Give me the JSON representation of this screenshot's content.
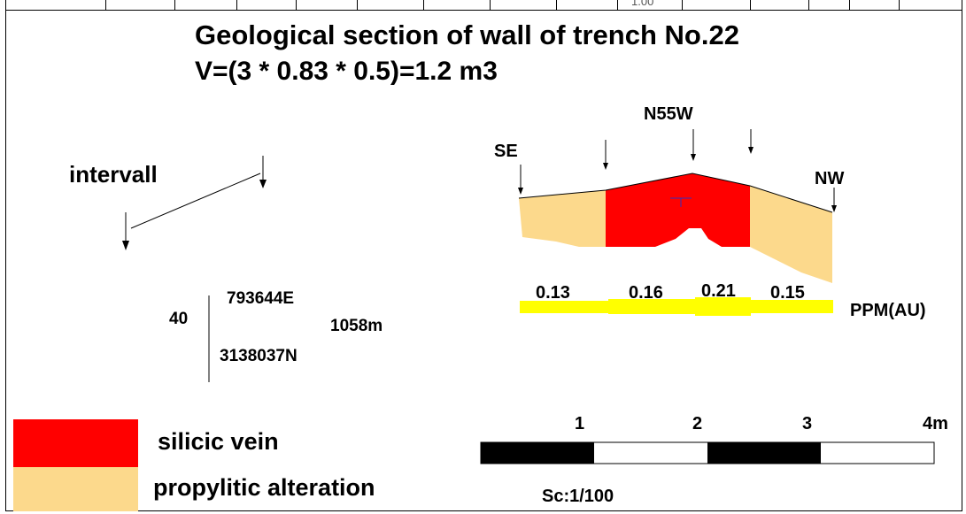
{
  "header": {
    "top_cell_value": "1.00"
  },
  "title": "Geological section of wall of trench No.22",
  "volume": "V=(3 * 0.83 * 0.5)=1.2 m3",
  "section": {
    "direction": "N55W",
    "left_end": "SE",
    "right_end": "NW",
    "assays": [
      "0.13",
      "0.16",
      "0.21",
      "0.15"
    ],
    "assay_unit": "PPM(AU)"
  },
  "interval_label": "intervall",
  "location": {
    "number": "40",
    "easting": "793644E",
    "northing": "3138037N",
    "elevation": "1058m"
  },
  "legend": [
    {
      "label": "silicic vein",
      "color": "#ff0000"
    },
    {
      "label": "propylitic alteration",
      "color": "#fcd98c"
    }
  ],
  "scale_bar": {
    "ticks": [
      "1",
      "2",
      "3",
      "4m"
    ],
    "scale_text": "Sc:1/100"
  },
  "colors": {
    "vein": "#ff0000",
    "alteration": "#fcd98c",
    "assay_bar": "#ffff00",
    "line": "#000000"
  }
}
